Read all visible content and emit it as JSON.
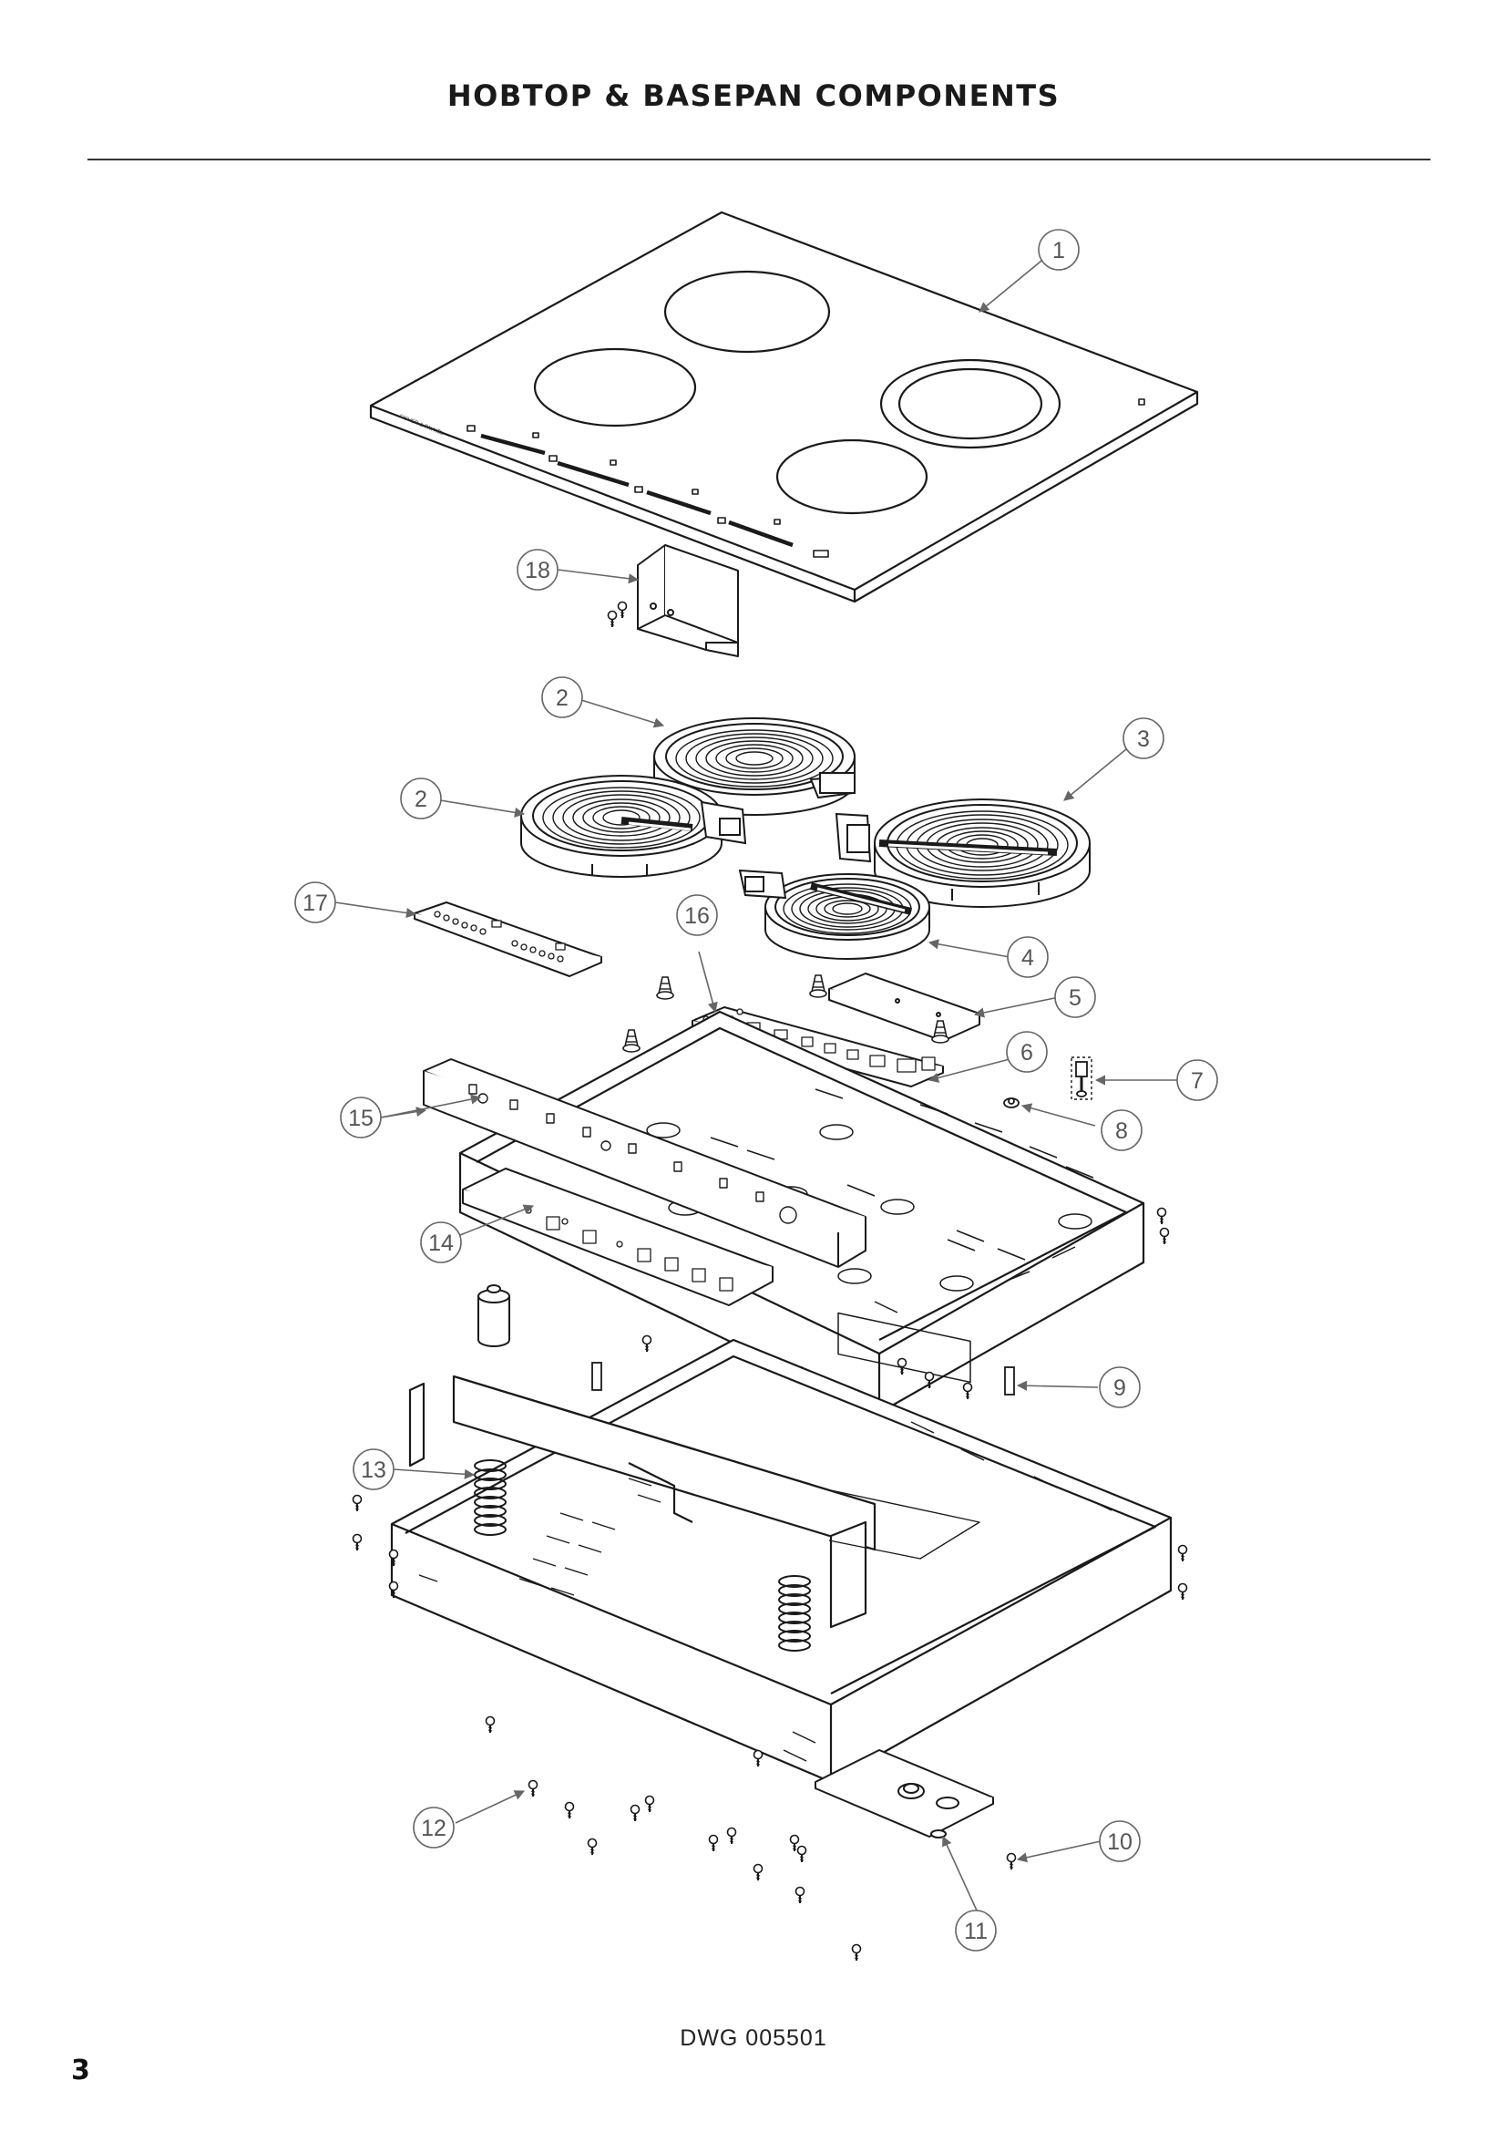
{
  "header": {
    "title": "HOBTOP & BASEPAN COMPONENTS"
  },
  "footer": {
    "drawing_number": "DWG 005501",
    "page_number": "3"
  },
  "hob_brand_text": "FISHER & PAYKEL",
  "callouts": [
    {
      "id": "1",
      "label": "1",
      "part": "hobtop-glass"
    },
    {
      "id": "2a",
      "label": "2",
      "part": "heating-element-rear-left"
    },
    {
      "id": "2b",
      "label": "2",
      "part": "heating-element-left"
    },
    {
      "id": "3",
      "label": "3",
      "part": "heating-element-dual-right"
    },
    {
      "id": "4",
      "label": "4",
      "part": "heating-element-front"
    },
    {
      "id": "5",
      "label": "5",
      "part": "cover-plate"
    },
    {
      "id": "6",
      "label": "6",
      "part": "control-board"
    },
    {
      "id": "7",
      "label": "7",
      "part": "temperature-sensor"
    },
    {
      "id": "8",
      "label": "8",
      "part": "nut"
    },
    {
      "id": "9",
      "label": "9",
      "part": "standoff"
    },
    {
      "id": "10",
      "label": "10",
      "part": "screw"
    },
    {
      "id": "11",
      "label": "11",
      "part": "fan-cover-plate"
    },
    {
      "id": "12",
      "label": "12",
      "part": "screws"
    },
    {
      "id": "13",
      "label": "13",
      "part": "spring"
    },
    {
      "id": "14",
      "label": "14",
      "part": "power-board"
    },
    {
      "id": "15",
      "label": "15",
      "part": "board-bracket"
    },
    {
      "id": "16",
      "label": "16",
      "part": "relay-board"
    },
    {
      "id": "17",
      "label": "17",
      "part": "touch-control-board"
    },
    {
      "id": "18",
      "label": "18",
      "part": "support-bracket"
    }
  ],
  "colors": {
    "line": "#1a1a1a",
    "callout": "#666666",
    "text": "#111111"
  }
}
